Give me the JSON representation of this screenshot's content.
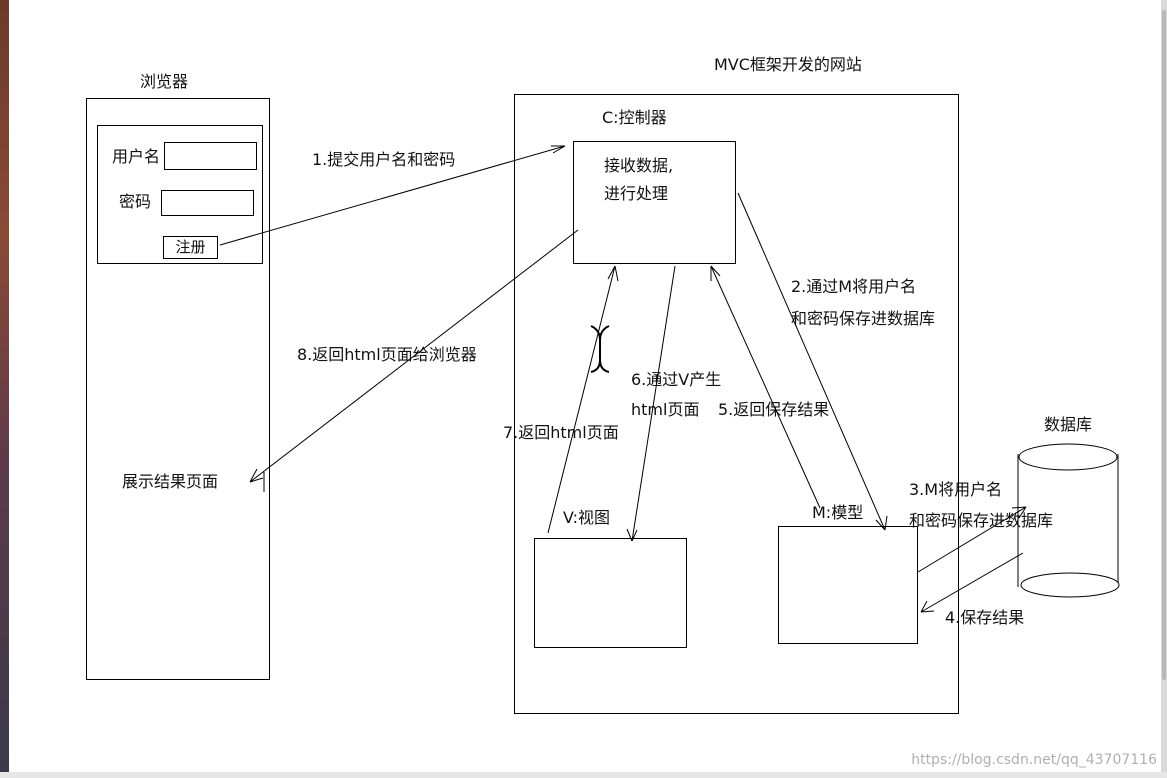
{
  "browser": {
    "title": "浏览器",
    "username_label": "用户名",
    "password_label": "密码",
    "register_button": "注册",
    "result_page": "展示结果页面"
  },
  "site": {
    "title": "MVC框架开发的网站",
    "controller_title": "C:控制器",
    "controller_line1": "接收数据,",
    "controller_line2": "进行处理",
    "view_title": "V:视图",
    "model_title": "M:模型"
  },
  "database": {
    "title": "数据库"
  },
  "steps": {
    "s1": "1.提交用户名和密码",
    "s2a": "2.通过M将用户名",
    "s2b": "和密码保存进数据库",
    "s3a": "3.M将用户名",
    "s3b": "和密码保存进数据库",
    "s4": "4.保存结果",
    "s5": "5.返回保存结果",
    "s6a": "6.通过V产生",
    "s6b": "html页面",
    "s7": "7.返回html页面",
    "s8": "8.返回html页面给浏览器"
  },
  "watermark": "https://blog.csdn.net/qq_43707116"
}
